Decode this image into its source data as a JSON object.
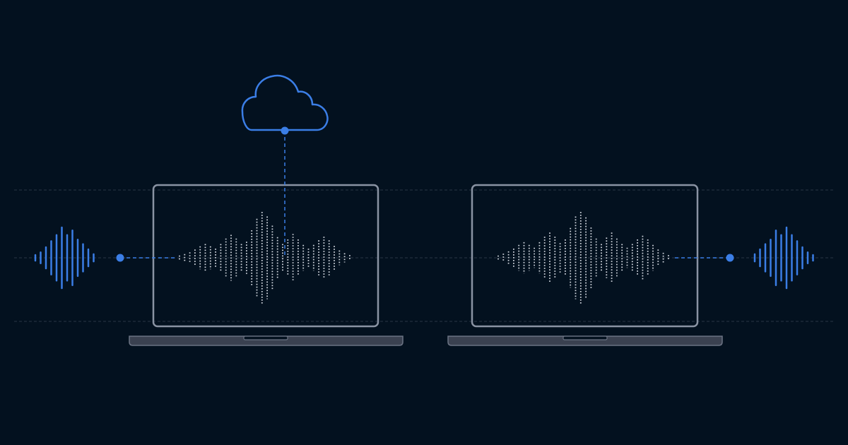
{
  "colors": {
    "background": "#03111f",
    "accent_blue": "#3b7ee6",
    "laptop_outline": "#8a93a3",
    "laptop_base": "#5c6473",
    "waveform_dots": "#d6dbe3",
    "guide_line": "#2a3546"
  },
  "icons": {
    "cloud": "cloud-icon",
    "sound_wave_left": "sound-wave-icon",
    "sound_wave_right": "sound-wave-icon",
    "laptop_left": "laptop-icon",
    "laptop_right": "laptop-icon"
  },
  "left_sound_wave_levels": [
    0.08,
    0.18,
    0.35,
    0.55,
    0.75,
    1.0,
    0.75,
    0.9,
    0.6,
    0.45,
    0.28,
    0.12
  ],
  "right_sound_wave_levels": [
    0.12,
    0.28,
    0.45,
    0.6,
    0.9,
    0.75,
    1.0,
    0.75,
    0.55,
    0.35,
    0.18,
    0.08
  ],
  "left_screen_waveform_levels": [
    0.05,
    0.08,
    0.12,
    0.18,
    0.25,
    0.3,
    0.25,
    0.2,
    0.3,
    0.42,
    0.5,
    0.42,
    0.3,
    0.35,
    0.6,
    0.85,
    1.0,
    0.9,
    0.7,
    0.45,
    0.3,
    0.4,
    0.52,
    0.4,
    0.28,
    0.2,
    0.28,
    0.38,
    0.46,
    0.38,
    0.26,
    0.16,
    0.1,
    0.06
  ],
  "right_screen_waveform_levels": [
    0.05,
    0.09,
    0.14,
    0.2,
    0.28,
    0.34,
    0.28,
    0.22,
    0.34,
    0.46,
    0.55,
    0.46,
    0.32,
    0.4,
    0.65,
    0.9,
    1.0,
    0.88,
    0.66,
    0.42,
    0.3,
    0.44,
    0.55,
    0.42,
    0.3,
    0.22,
    0.3,
    0.4,
    0.48,
    0.4,
    0.28,
    0.18,
    0.11,
    0.06
  ]
}
